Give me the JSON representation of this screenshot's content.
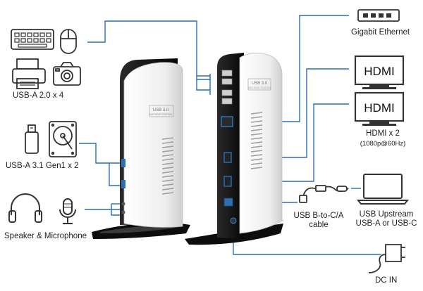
{
  "labels": {
    "usb_a_20": "USB-A 2.0 x 4",
    "usb_a_31": "USB-A 3.1 Gen1 x 2",
    "speaker_mic": "Speaker & Microphone",
    "gigabit": "Gigabit Ethernet",
    "hdmi_count": "HDMI x 2",
    "hdmi_res": "(1080p@60Hz)",
    "usb_cable_line1": "USB B-to-C/A",
    "usb_cable_line2": "cable",
    "usb_upstream_line1": "USB Upstream",
    "usb_upstream_line2": "USB-A or USB-C",
    "dc_in": "DC IN"
  },
  "icons": {
    "monitor_text": "HDMI",
    "dock_badge_line1": "USB 3.0",
    "dock_badge_line2": "DOCKING STATION"
  },
  "colors": {
    "connector_line": "#2a6fb5",
    "icon_stroke": "#333333",
    "dock_black": "#111111",
    "dock_white": "#f2f2f2"
  }
}
